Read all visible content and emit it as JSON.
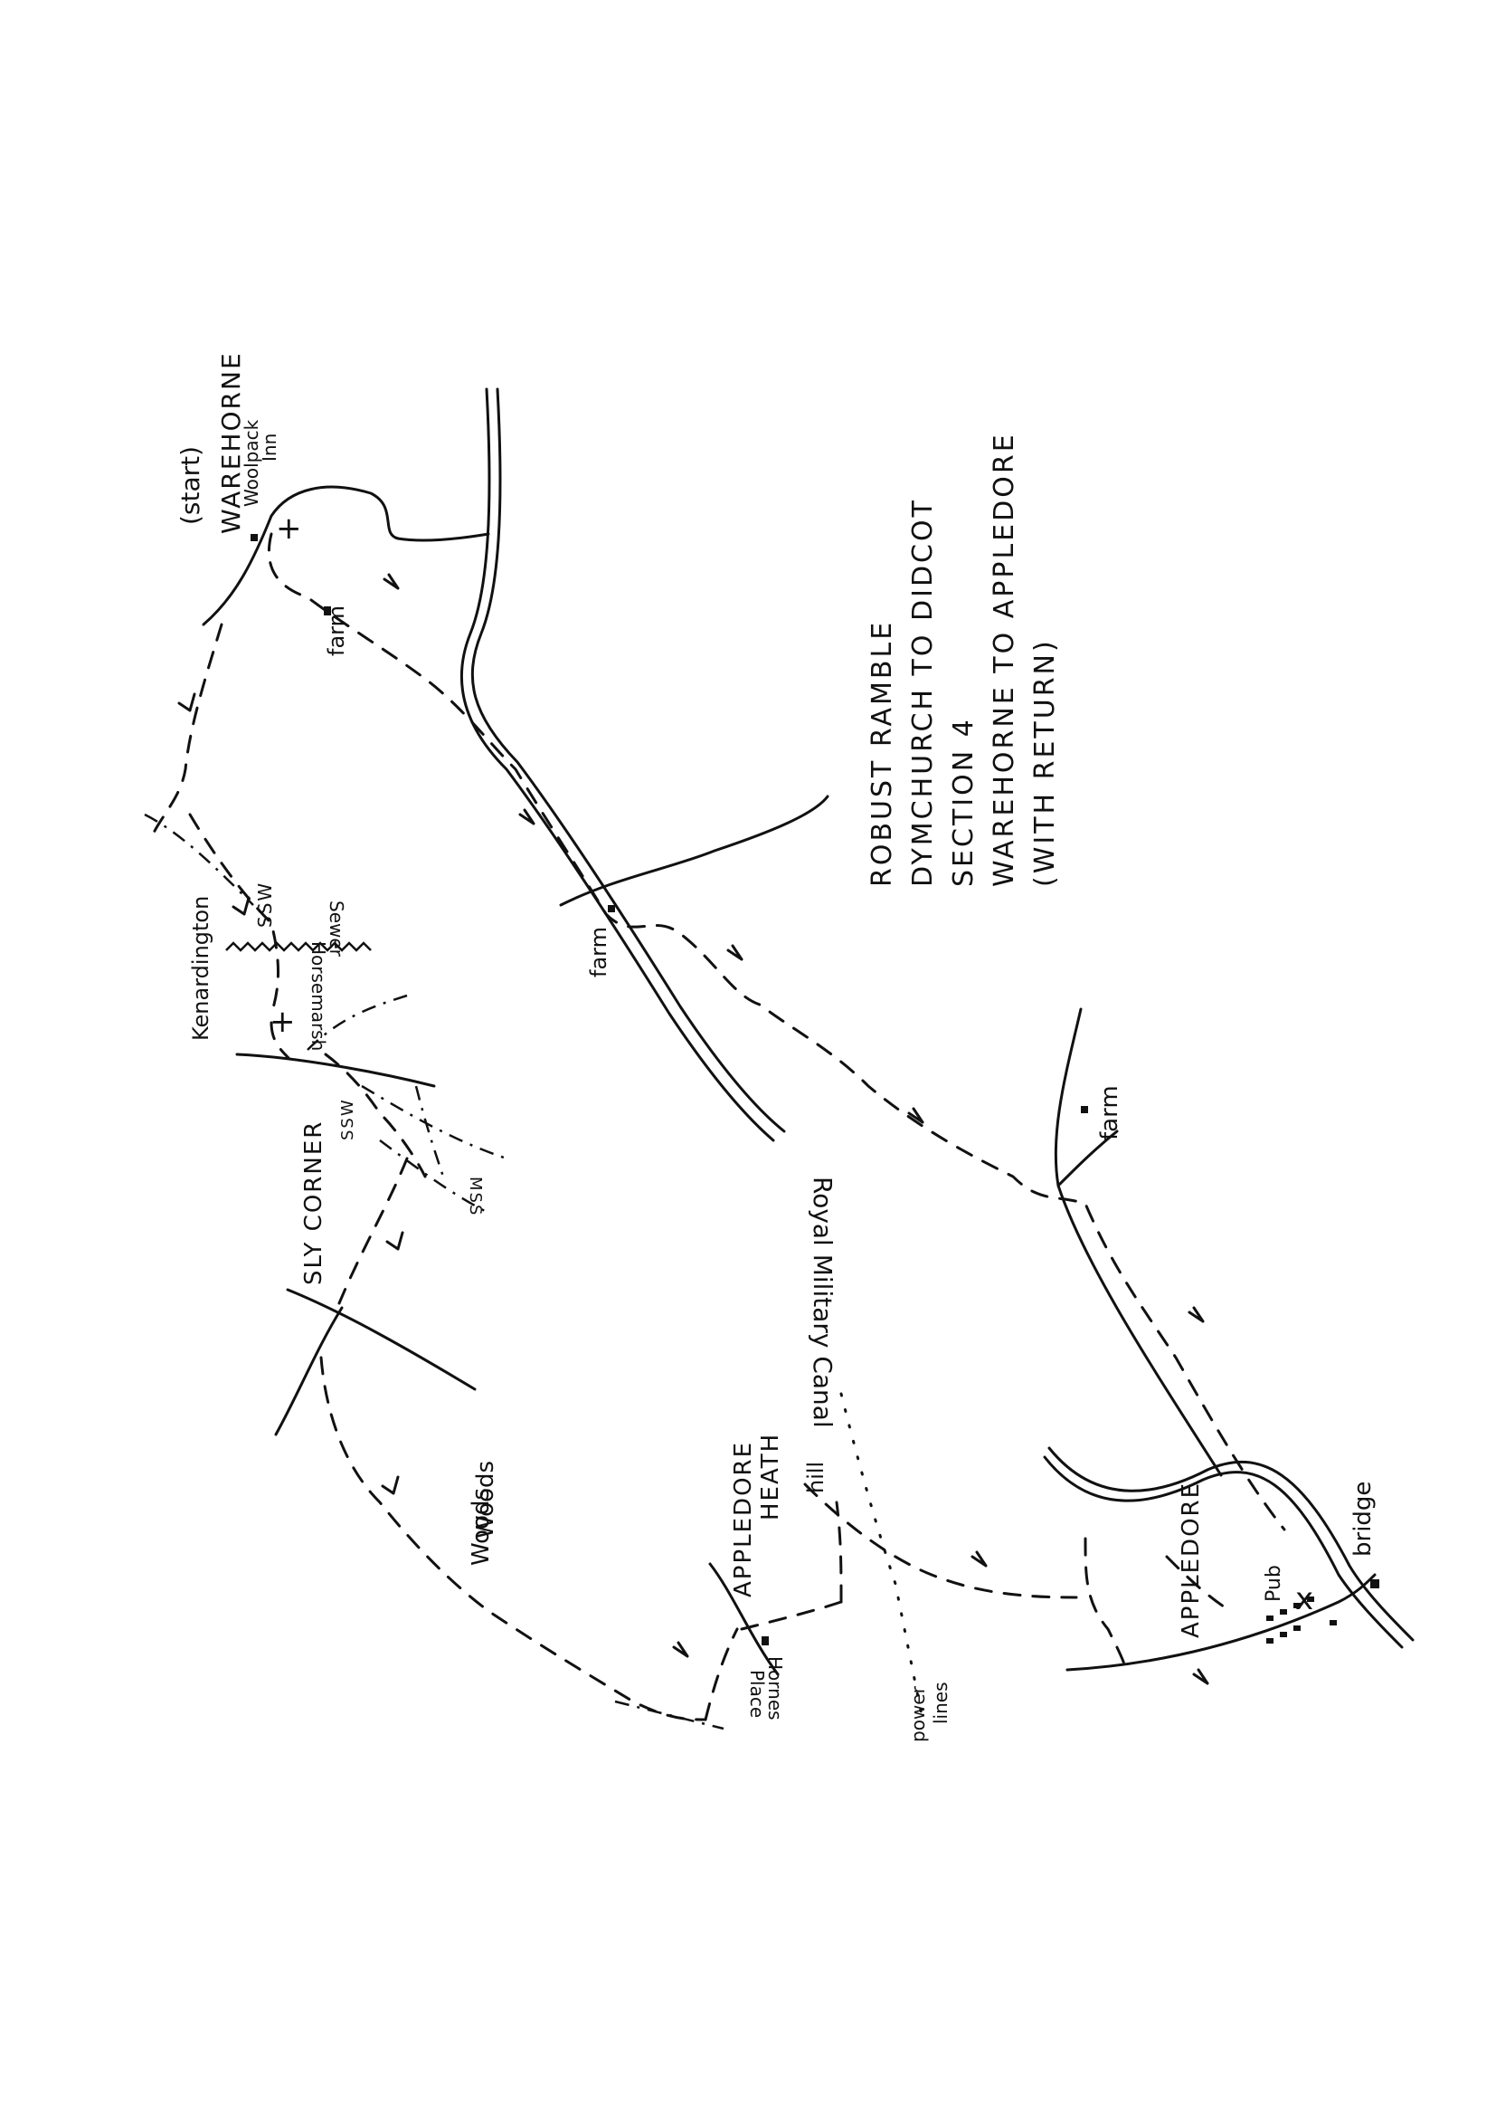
{
  "title": {
    "line1": "ROBUST RAMBLE",
    "line2": "DYMCHURCH TO DIDCOT",
    "line3": "SECTION 4",
    "line4": "WAREHORNE TO APPLEDORE",
    "line5": "(WITH RETURN)"
  },
  "places": {
    "start_note": "(start)",
    "warehorne": "WAREHORNE",
    "woolpack": "Woolpack",
    "inn": "Inn",
    "kenardington": "Kenardington",
    "sly_corner": "SLY CORNER",
    "appledore_heath": "APPLEDORE",
    "appledore_heath_2": "HEATH",
    "appledore": "APPLEDORE",
    "hornes_place_1": "Hornes",
    "hornes_place_2": "Place",
    "canal": "Royal Military Canal",
    "horsemarsh_sewer_1": "Horsemarsh",
    "horsemarsh_sewer_2": "Sewer"
  },
  "features": {
    "farm_1": "farm",
    "farm_2": "farm",
    "farm_3": "farm",
    "woods_1": "Woods",
    "woods_2": "Woods",
    "hill": "hill",
    "power_lines_1": "power",
    "power_lines_2": "lines",
    "pub": "Pub",
    "bridge": "bridge",
    "ssw_1": "SSW",
    "ssw_2": "SSW",
    "mss": "MSS"
  },
  "symbols": {
    "church_cross": "+",
    "pub_cross": "x"
  }
}
